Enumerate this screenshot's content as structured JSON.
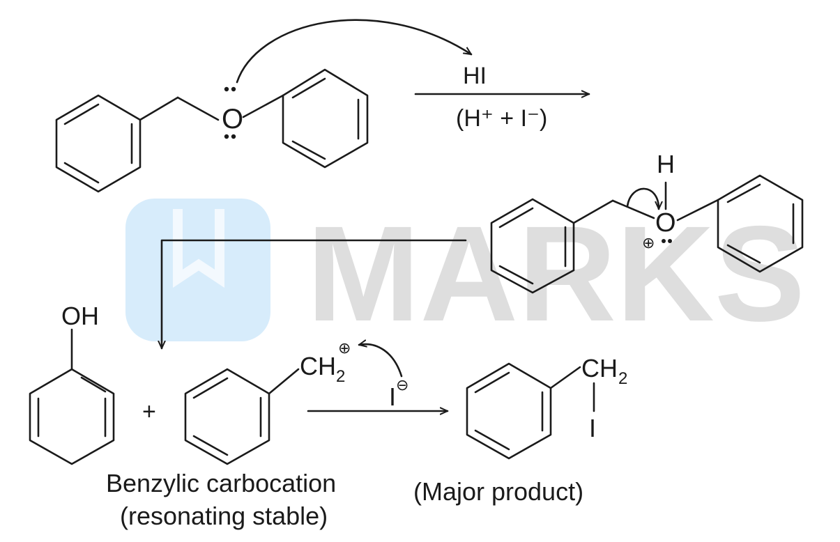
{
  "watermark": {
    "text": "MARKS",
    "color": "#dedede",
    "logo_color": "#d7ecfb"
  },
  "step1": {
    "reagent_top": "HI",
    "reagent_bottom": "(H⁺ + I⁻)",
    "oxygen_label": "O"
  },
  "step2": {
    "h_label": "H",
    "oxygen_label": "O",
    "charge": "⊕"
  },
  "products": {
    "phenol_label": "OH",
    "plus_sign": "+",
    "carbocation_ch2": "CH",
    "carbocation_sub": "2",
    "carbocation_charge": "⊕",
    "iodide": "I",
    "iodide_charge": "⊖",
    "product_ch2": "CH",
    "product_sub": "2",
    "product_i": "I",
    "caption_carbocation_line1": "Benzylic carbocation",
    "caption_carbocation_line2": "(resonating stable)",
    "caption_product": "(Major product)"
  },
  "colors": {
    "ink": "#1a1a1a"
  }
}
